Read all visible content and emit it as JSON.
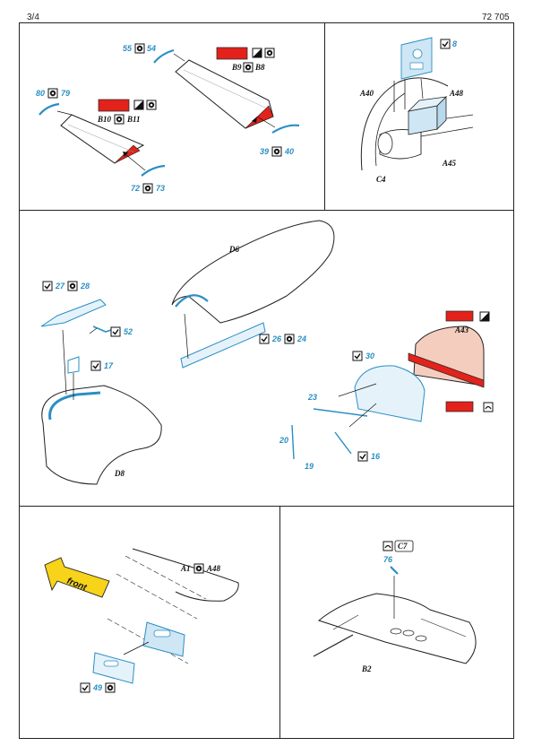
{
  "header": {
    "page": "3/4",
    "code": "72 705"
  },
  "colors": {
    "pe_blue": "#2a8fc4",
    "part_fill": "#cfe6f4",
    "red": "#e2221b",
    "salmon": "#f4cdbf",
    "yellow": "#f7d31a"
  },
  "icons": [
    "fold-icon",
    "paint-icon",
    "remove-icon",
    "mask-icon"
  ],
  "labels": {
    "p1": {
      "a1": "55",
      "a2": "54",
      "b1": "B9",
      "b2": "B8",
      "c1": "80",
      "c2": "79",
      "d1": "B10",
      "d2": "B11",
      "e1": "39",
      "e2": "40",
      "f1": "72",
      "f2": "73"
    },
    "p2": {
      "n8": "8",
      "a40": "A40",
      "a48": "A48",
      "c4": "C4",
      "a45": "A45"
    },
    "p3": {
      "n27": "27",
      "n28": "28",
      "n52": "52",
      "n17": "17",
      "d8": "D8",
      "d6": "D6",
      "n26": "26",
      "n24": "24",
      "a43": "A43",
      "n30": "30",
      "n23": "23",
      "n20": "20",
      "n19": "19",
      "n16": "16"
    },
    "p4": {
      "front": "front",
      "a1": "A1",
      "a48": "A48",
      "n49": "49"
    },
    "p5": {
      "c7": "C7",
      "n76": "76",
      "b2": "B2"
    }
  }
}
